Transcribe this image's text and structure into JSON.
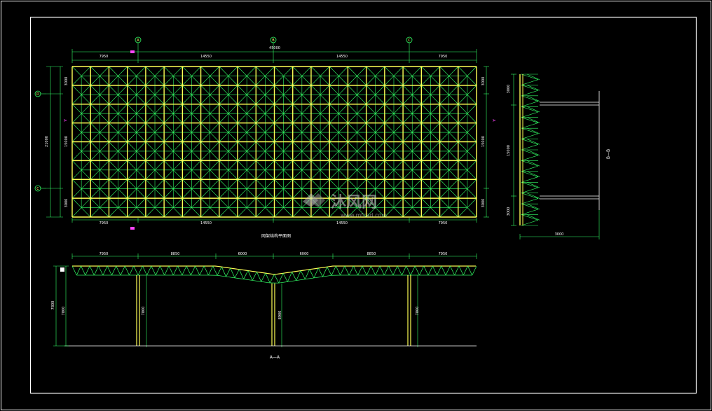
{
  "plan": {
    "top_dims": [
      "7950",
      "14550",
      "14550",
      "7950"
    ],
    "top_total": "45000",
    "bottom_dims": [
      "7950",
      "14550",
      "14550",
      "7950"
    ],
    "left_dims": [
      "3000",
      "15000",
      "3000"
    ],
    "left_total": "21000",
    "right_dims": [
      "3000",
      "15000",
      "3000"
    ],
    "axis_labels_top": [
      "A",
      "B",
      "C"
    ],
    "axis_labels_left": [
      "D",
      "C"
    ],
    "side_mark": "A",
    "caption": "网架结构平面图"
  },
  "elevation": {
    "top_dims": [
      "7950",
      "8850",
      "6000",
      "6000",
      "8850",
      "7950"
    ],
    "height_left": "7800",
    "col_heights": [
      "7800",
      "8900",
      "7800"
    ],
    "caption": "A—A"
  },
  "side": {
    "dims": [
      "3000",
      "15000",
      "3000"
    ],
    "bottom_dim": "3000",
    "caption": "B—B"
  },
  "watermark": {
    "brand": "沐风网",
    "url": "www.mfcad.com"
  },
  "colors": {
    "frame": "#ffffff",
    "chord": "#ffff55",
    "web": "#33ff66",
    "dim": "#33ff66",
    "axis": "#ff44ff"
  }
}
